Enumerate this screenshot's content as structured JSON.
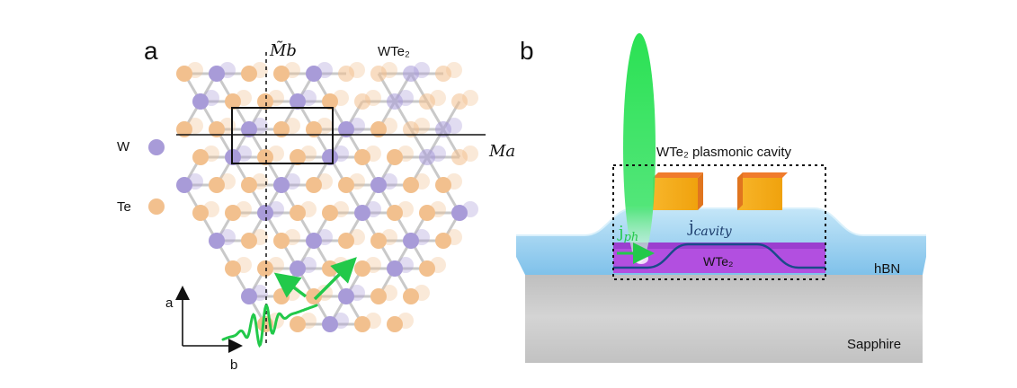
{
  "panel_a": {
    "letter": "a",
    "title": "WTe₂",
    "mirror_b": "M̃b",
    "mirror_a": "Ma",
    "legend": {
      "w_label": "W",
      "te_label": "Te"
    },
    "axis_a": "a",
    "axis_b": "b"
  },
  "panel_b": {
    "letter": "b",
    "cavity_title": "WTe₂ plasmonic cavity",
    "j_cavity": "jcavity",
    "j_ph": "jph",
    "wte2": "WTe₂",
    "hbn": "hBN",
    "sapphire": "Sapphire"
  },
  "colors": {
    "te_atom": "#f2c08e",
    "w_atom": "#a89bd8",
    "bond": "#c9c9c9",
    "green": "#22c94a",
    "hbn": "#a9d8f3",
    "wte2_layer": "#b24fe0",
    "gold": "#f5ae14",
    "sapphire": "#c9c9c9"
  }
}
